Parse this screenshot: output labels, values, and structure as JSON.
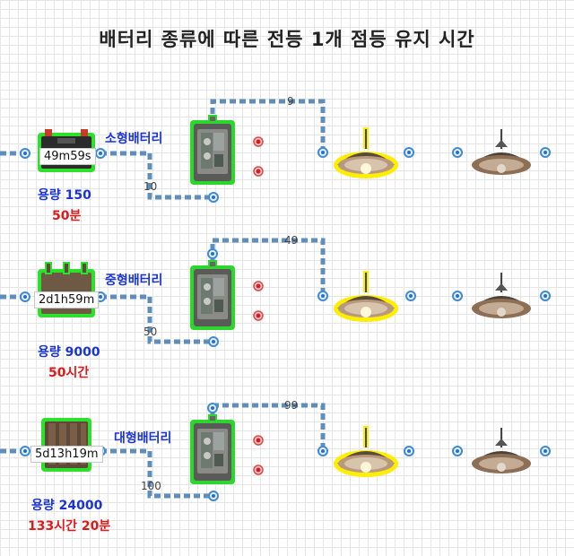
{
  "title": "배터리 종류에 따른 전등 1개 점등 유지 시간",
  "rows": [
    {
      "type_label": "소형배터리",
      "timer": "49m59s",
      "capacity": "용량 150",
      "duration": "50분",
      "wire_top": "9",
      "wire_bottom": "10"
    },
    {
      "type_label": "중형배터리",
      "timer": "2d1h59m",
      "capacity": "용량 9000",
      "duration": "50시간",
      "wire_top": "49",
      "wire_bottom": "50"
    },
    {
      "type_label": "대형배터리",
      "timer": "5d13h19m",
      "capacity": "용량 24000",
      "duration": "133시간 20분",
      "wire_top": "99",
      "wire_bottom": "100"
    }
  ],
  "icons": {
    "battery_small": "small-battery-icon",
    "battery_medium": "medium-battery-icon",
    "battery_large": "large-battery-icon",
    "splitter": "electrical-branch-icon",
    "lamp_on": "ceiling-light-on-icon",
    "lamp_off": "ceiling-light-off-icon"
  },
  "colors": {
    "label_blue": "#1a33d6",
    "label_red": "#e01818",
    "wire": "#5f8dbc",
    "highlight_green": "#38e038",
    "highlight_yellow": "#ffee00"
  }
}
